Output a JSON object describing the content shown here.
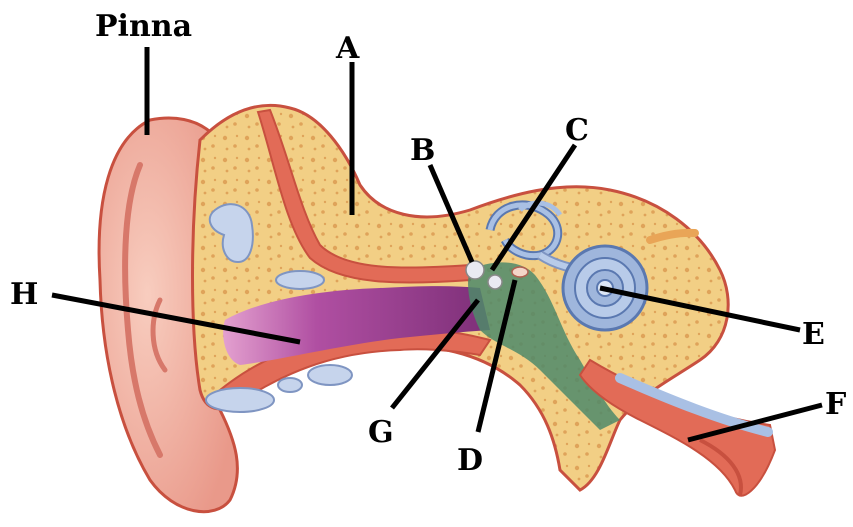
{
  "labels": {
    "pinna": "Pinna",
    "a": "A",
    "b": "B",
    "c": "C",
    "d": "D",
    "e": "E",
    "f": "F",
    "g": "G",
    "h": "H"
  },
  "colors": {
    "skin": "#f2b6a4",
    "skin_dark": "#d9776a",
    "cartilage": "#f1cf86",
    "bone_spots": "#e0a860",
    "canal": "#9c3d8e",
    "canal_light": "#c266b5",
    "inner_blue": "#9fb6dc",
    "inner_dark": "#5a78b0",
    "green": "#4f8a6a",
    "outline": "#c8503f"
  }
}
